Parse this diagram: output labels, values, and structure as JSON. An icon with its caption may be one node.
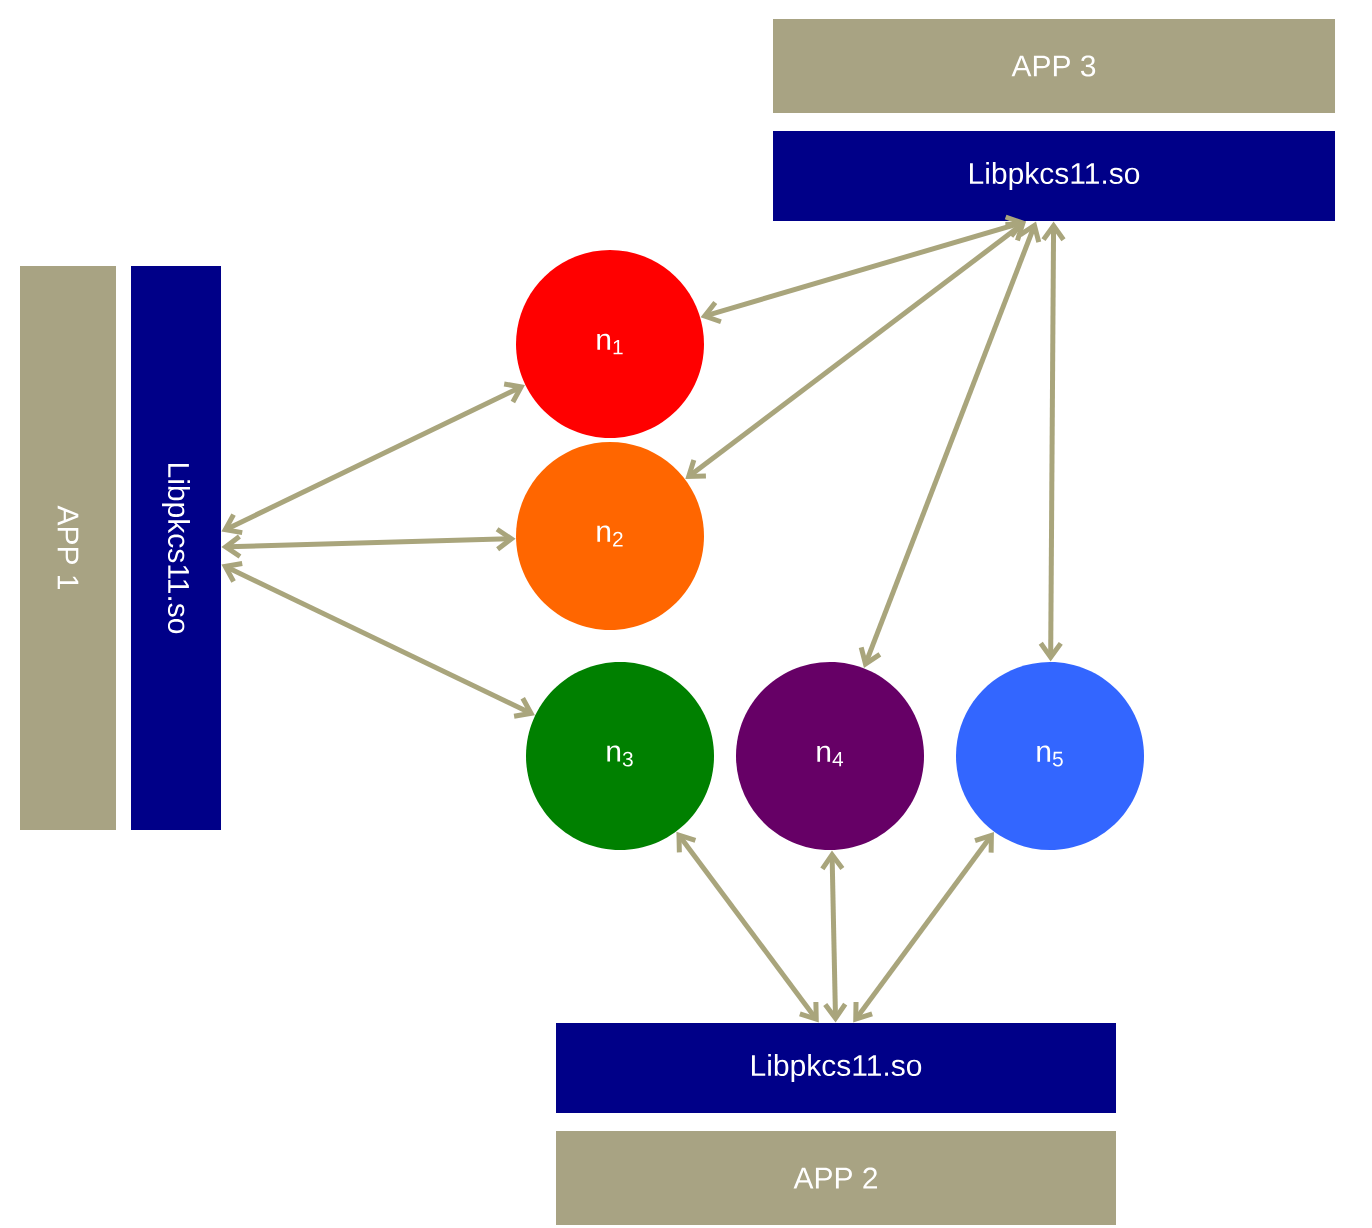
{
  "diagram": {
    "nodes": [
      {
        "text": [
          "APP 1"
        ]
      },
      {
        "text": [
          "Libpkcs11.so"
        ]
      },
      {
        "text": [
          "APP 3"
        ]
      },
      {
        "text": [
          "Libpkcs11.so"
        ]
      },
      {
        "text": [
          "n$_{1}$"
        ]
      },
      {
        "text": [
          "n$_{2}$"
        ]
      },
      {
        "text": [
          "n$_{3}$"
        ]
      },
      {
        "text": [
          "n$_{4}$"
        ]
      },
      {
        "text": [
          "n$_{5}$"
        ]
      },
      {
        "text": [
          "Libpkcs11.so"
        ]
      },
      {
        "text": [
          "APP 2"
        ]
      }
    ],
    "edges": [
      {
        "from": 1,
        "to": 4,
        "arrow": "both"
      },
      {
        "from": 1,
        "to": 5,
        "arrow": "both"
      },
      {
        "from": 1,
        "to": 6,
        "arrow": "both"
      },
      {
        "from": 3,
        "to": 4,
        "arrow": "both"
      },
      {
        "from": 3,
        "to": 5,
        "arrow": "both"
      },
      {
        "from": 3,
        "to": 7,
        "arrow": "both"
      },
      {
        "from": 3,
        "to": 8,
        "arrow": "both"
      },
      {
        "from": 9,
        "to": 6,
        "arrow": "both"
      },
      {
        "from": 9,
        "to": 7,
        "arrow": "both"
      },
      {
        "from": 9,
        "to": 8,
        "arrow": "both"
      }
    ]
  }
}
